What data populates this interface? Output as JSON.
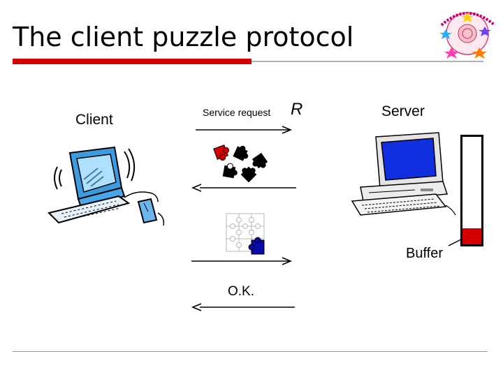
{
  "slide": {
    "title": "The client puzzle protocol",
    "client_label": "Client",
    "server_label": "Server",
    "request_label": "Service request",
    "request_symbol": "R",
    "buffer_label": "Buffer",
    "ok_label": "O.K."
  },
  "buffer": {
    "fill_fraction": 0.15
  },
  "icons": [
    "client-computer-icon",
    "server-computer-icon",
    "puzzle-pieces-icon",
    "solved-puzzle-icon",
    "logo-emblem-icon"
  ],
  "colors": {
    "accent_red": "#d40000",
    "title_rule_gray": "#b0b0b0",
    "footer_rule": "#c08080",
    "screen_blue": "#1030e0",
    "client_blue": "#3d9be0"
  }
}
